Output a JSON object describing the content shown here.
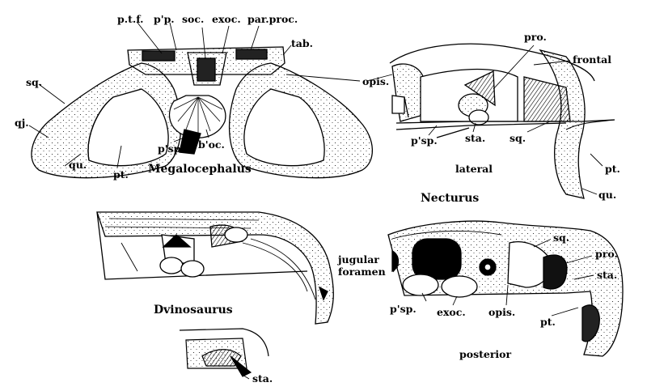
{
  "figure": {
    "specimens": {
      "megalocephalus": "Megalocephalus",
      "necturus": "Necturus",
      "dvinosaurus": "Dvinosaurus"
    },
    "views": {
      "lateral": "lateral",
      "posterior": "posterior"
    },
    "labels": {
      "ptf": "p.t.f.",
      "pp": "p'p.",
      "soc": "soc.",
      "exoc_top": "exoc.",
      "parproc": "par.proc.",
      "tab": "tab.",
      "opis_top": "opis.",
      "sq_left": "sq.",
      "qj": "qj.",
      "qu_left": "qu.",
      "pt_left": "pt.",
      "psp_left": "p'sp.",
      "boc": "b'oc.",
      "pro_top": "pro.",
      "frontal": "frontal",
      "psp_lat": "p'sp.",
      "sta_lat": "sta.",
      "sq_lat": "sq.",
      "pt_lat": "pt.",
      "qu_lat": "qu.",
      "jugular": "jugular",
      "foramen": "foramen",
      "psp_post": "p'sp.",
      "exoc_post": "exoc.",
      "opis_post": "opis.",
      "sq_post": "sq.",
      "pro_post": "pro.",
      "sta_post": "sta.",
      "pt_post": "pt.",
      "sta_dvino": "sta."
    }
  }
}
